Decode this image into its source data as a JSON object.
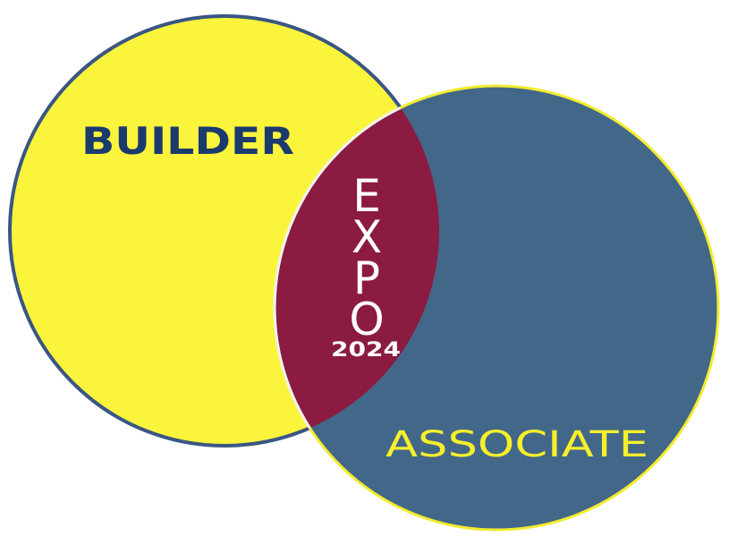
{
  "labels": {
    "left": "BUILDER",
    "right": "ASSOCIATE",
    "center_letters": [
      "E",
      "X",
      "P",
      "O"
    ],
    "center_year": "2024"
  },
  "colors": {
    "left_fill": "#fbf43c",
    "left_stroke": "#3a5683",
    "right_fill": "#426789",
    "right_stroke": "#f3eb2e",
    "intersection_fill": "#8b1b40",
    "intersection_stroke": "#f2f2f2",
    "left_text": "#1b3a6e",
    "right_text": "#f6ef2b",
    "center_text": "#ffffff",
    "background": "#ffffff"
  }
}
